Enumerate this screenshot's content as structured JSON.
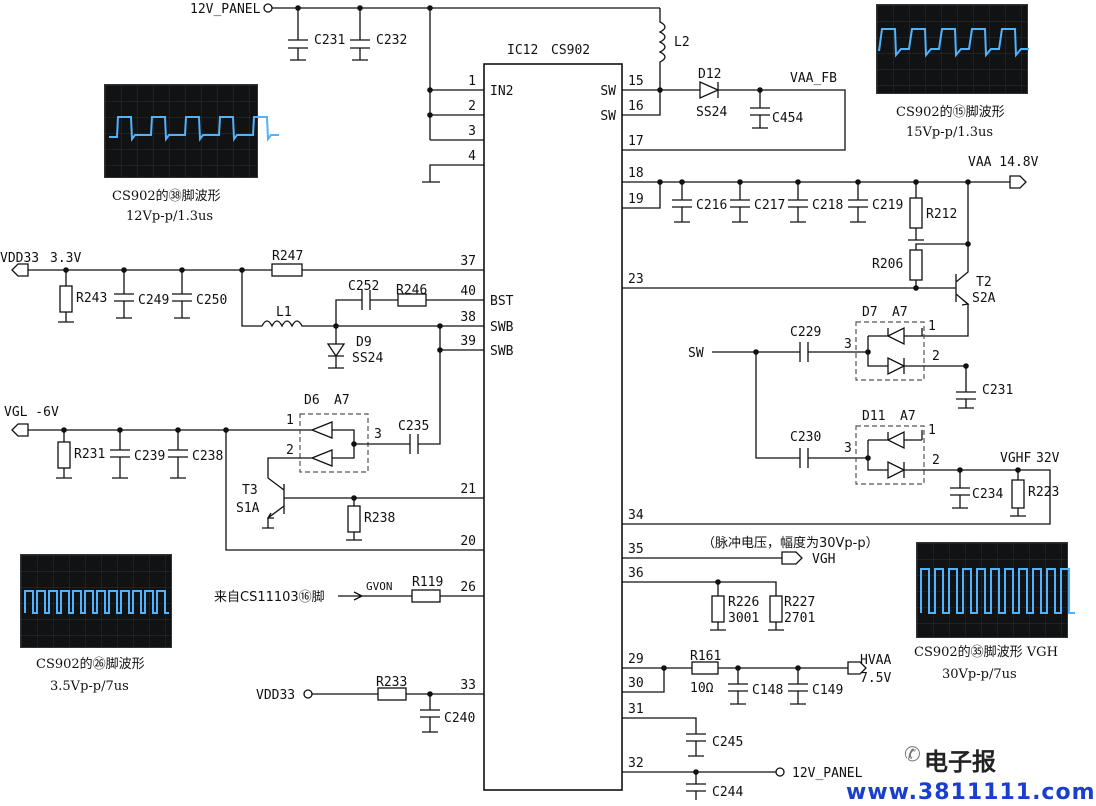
{
  "ic": {
    "ref": "IC12",
    "part": "CS902"
  },
  "pins_left": [
    {
      "num": "1",
      "label": "IN2"
    },
    {
      "num": "2",
      "label": ""
    },
    {
      "num": "3",
      "label": ""
    },
    {
      "num": "4",
      "label": ""
    },
    {
      "num": "37",
      "label": ""
    },
    {
      "num": "40",
      "label": "BST"
    },
    {
      "num": "38",
      "label": "SWB"
    },
    {
      "num": "39",
      "label": "SWB"
    },
    {
      "num": "21",
      "label": ""
    },
    {
      "num": "20",
      "label": ""
    },
    {
      "num": "26",
      "label": ""
    },
    {
      "num": "33",
      "label": ""
    }
  ],
  "pins_right": [
    {
      "num": "15",
      "label": "SW"
    },
    {
      "num": "16",
      "label": "SW"
    },
    {
      "num": "17",
      "label": ""
    },
    {
      "num": "18",
      "label": ""
    },
    {
      "num": "19",
      "label": ""
    },
    {
      "num": "23",
      "label": ""
    },
    {
      "num": "34",
      "label": ""
    },
    {
      "num": "35",
      "label": ""
    },
    {
      "num": "36",
      "label": ""
    },
    {
      "num": "29",
      "label": ""
    },
    {
      "num": "30",
      "label": ""
    },
    {
      "num": "31",
      "label": ""
    },
    {
      "num": "32",
      "label": ""
    }
  ],
  "nets": {
    "panel_top": "12V_PANEL",
    "vdd33_left": "VDD33",
    "v33": "3.3V",
    "vgl": "VGL -6V",
    "vaa_fb": "VAA_FB",
    "vaa": "VAA 14.8V",
    "sw": "SW",
    "vghf": "VGHF",
    "v32": "32V",
    "pulse_note": "（脉冲电压，幅度为30Vp-p）",
    "vgh": "VGH",
    "gvon": "GVON",
    "from_cs": "来自CS11103⑯脚",
    "hvaa": "HVAA",
    "hvaa_v": "7.5V",
    "vdd33_bottom": "VDD33",
    "panel_bottom": "12V_PANEL"
  },
  "components": {
    "C231a": "C231",
    "C232": "C232",
    "L2": "L2",
    "D12": "D12",
    "SS24a": "SS24",
    "C454": "C454",
    "C216": "C216",
    "C217": "C217",
    "C218": "C218",
    "C219": "C219",
    "R212": "R212",
    "R206": "R206",
    "T2": "T2",
    "S2A": "S2A",
    "D7": "D7",
    "A7a": "A7",
    "C229": "C229",
    "C231b": "C231",
    "D11": "D11",
    "A7b": "A7",
    "C230": "C230",
    "C234": "C234",
    "R223": "R223",
    "R247": "R247",
    "R243": "R243",
    "C249": "C249",
    "C250": "C250",
    "C252": "C252",
    "R246": "R246",
    "L1": "L1",
    "D9": "D9",
    "SS24b": "SS24",
    "D6": "D6",
    "A7c": "A7",
    "C235": "C235",
    "R231": "R231",
    "C239": "C239",
    "C238": "C238",
    "T3": "T3",
    "S1A": "S1A",
    "R238": "R238",
    "R119": "R119",
    "R233": "R233",
    "C240": "C240",
    "R226": "R226",
    "R226v": "3001",
    "R227": "R227",
    "R227v": "2701",
    "R161": "R161",
    "R161v": "10Ω",
    "C148": "C148",
    "C149": "C149",
    "C245": "C245",
    "C244": "C244"
  },
  "diode_pins": {
    "d7_1": "1",
    "d7_2": "2",
    "d7_3": "3",
    "d11_1": "1",
    "d11_2": "2",
    "d11_3": "3",
    "d6_1": "1",
    "d6_2": "2",
    "d6_3": "3"
  },
  "scopes": [
    {
      "cap1": "CS902的㊳脚波形",
      "cap2": "12Vp-p/1.3us"
    },
    {
      "cap1": "CS902的⑮脚波形",
      "cap2": "15Vp-p/1.3us"
    },
    {
      "cap1": "CS902的㉖脚波形",
      "cap2": "3.5Vp-p/7us"
    },
    {
      "cap1": "CS902的㉟脚波形 VGH",
      "cap2": "30Vp-p/7us"
    }
  ],
  "watermark": {
    "name": "电子报",
    "url": "www.3811111.com"
  },
  "colors": {
    "trace": "#4fb3ff",
    "url": "#1a3fd0"
  }
}
